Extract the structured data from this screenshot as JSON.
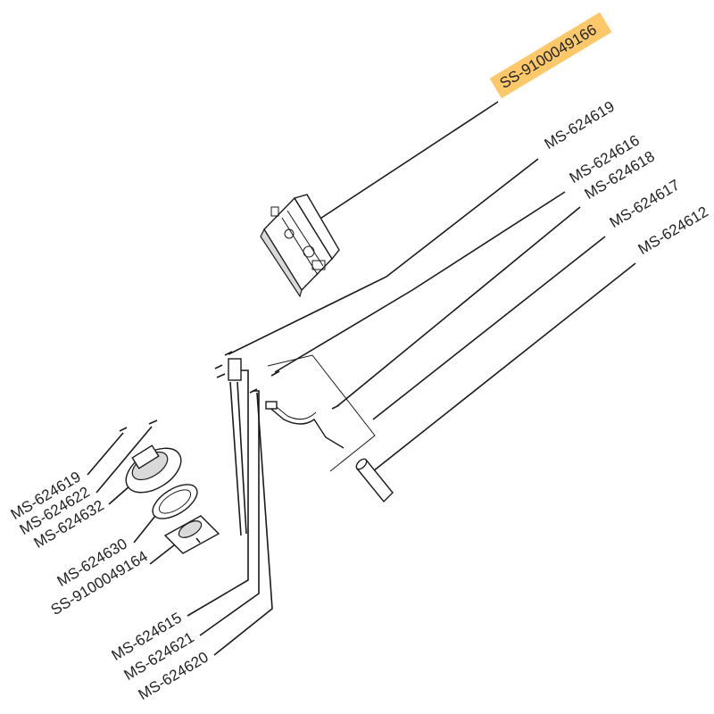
{
  "highlight_color": "#fcc86a",
  "labels": {
    "ss_9100049166": "SS-9100049166",
    "ms_624619_top": "MS-624619",
    "ms_624616": "MS-624616",
    "ms_624618": "MS-624618",
    "ms_624617": "MS-624617",
    "ms_624612": "MS-624612",
    "ms_624619_left": "MS-624619",
    "ms_624622": "MS-624622",
    "ms_624632": "MS-624632",
    "ms_624630": "MS-624630",
    "ss_9100049164": "SS-9100049164",
    "ms_624615": "MS-624615",
    "ms_624621": "MS-624621",
    "ms_624620": "MS-624620"
  }
}
